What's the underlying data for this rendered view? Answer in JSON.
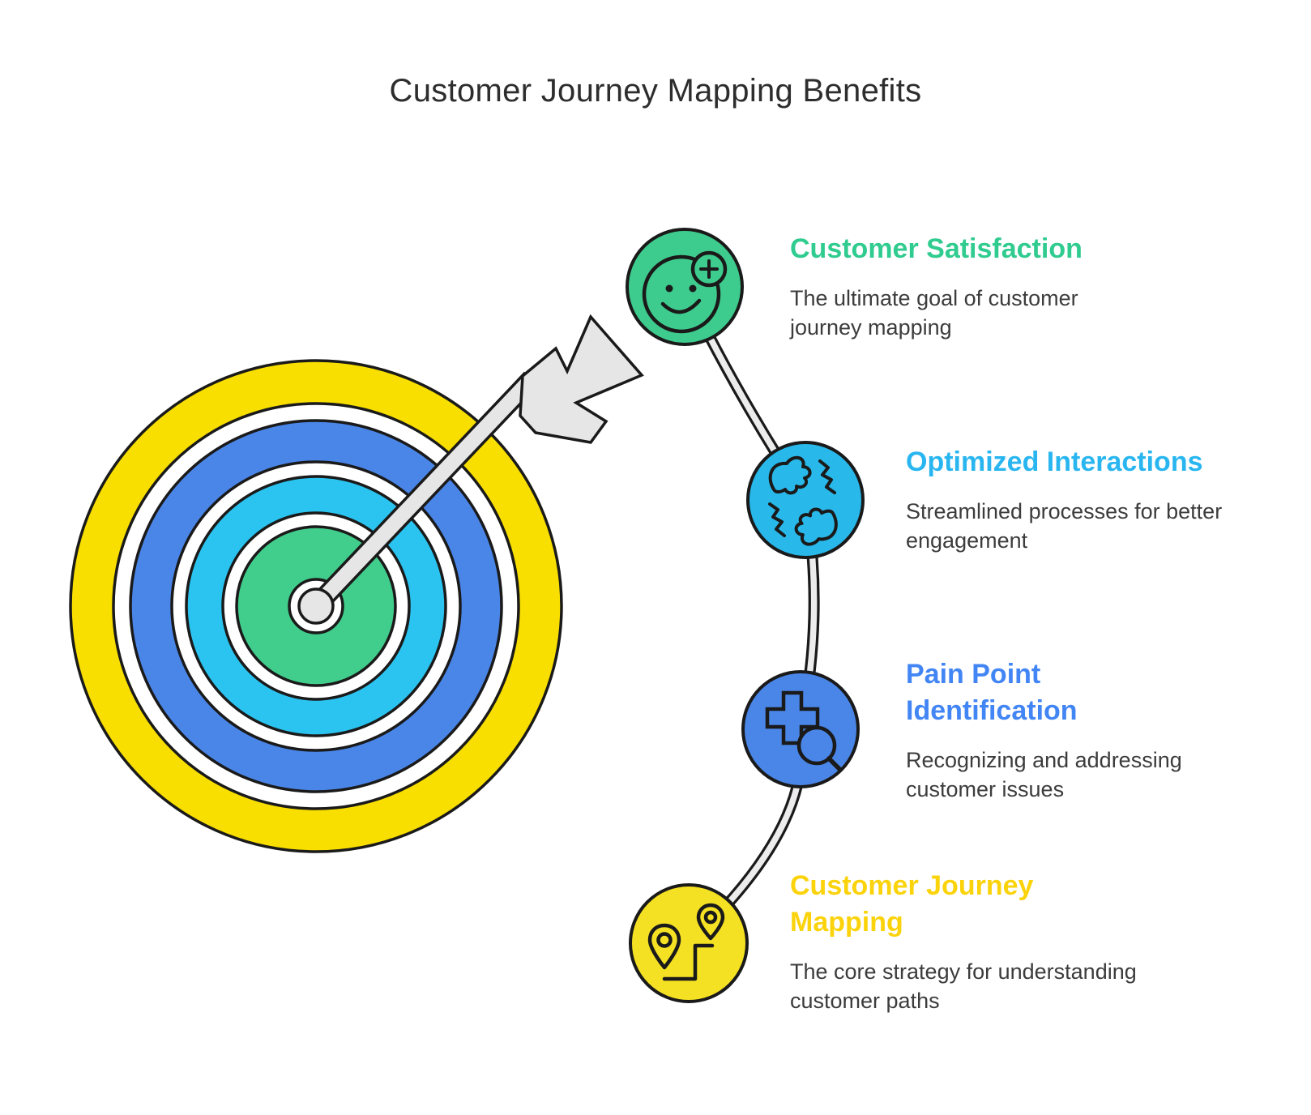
{
  "page": {
    "title": "Customer Journey Mapping Benefits",
    "background": "#ffffff"
  },
  "benefits": [
    {
      "heading": "Customer Satisfaction",
      "description": "The ultimate goal of customer journey mapping",
      "icon": "smiley-plus-icon",
      "accent": "#2fcb8f",
      "node_fill": "#3ecc8e"
    },
    {
      "heading": "Optimized Interactions",
      "description": "Streamlined processes for better engagement",
      "icon": "fist-bump-icon",
      "accent": "#29b6f0",
      "node_fill": "#29b8ea"
    },
    {
      "heading": "Pain Point Identification",
      "description": "Recognizing and addressing customer issues",
      "icon": "medical-cross-magnifier-icon",
      "accent": "#4285f4",
      "node_fill": "#4a86e8"
    },
    {
      "heading": "Customer Journey Mapping",
      "description": "The core strategy for understanding customer paths",
      "icon": "map-pins-route-icon",
      "accent": "#fbd30b",
      "node_fill": "#f5e123"
    }
  ],
  "graphics": {
    "target": {
      "ring_colors_outer_to_inner": [
        "#f8df00",
        "#ffffff",
        "#4a86e8",
        "#ffffff",
        "#2bc4f0",
        "#ffffff",
        "#41cd8c",
        "#ffffff"
      ],
      "outline_color": "#1a1a1a"
    },
    "arrow": {
      "fill": "#e6e6e6",
      "outline": "#1a1a1a"
    },
    "connector": {
      "fill": "#ececec",
      "outline": "#1a1a1a"
    }
  }
}
